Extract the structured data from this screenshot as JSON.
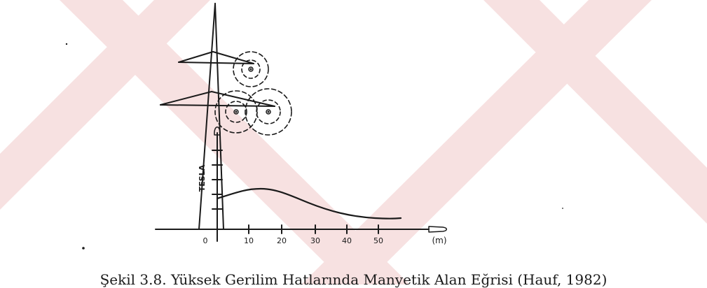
{
  "figure": {
    "y_axis_label": "TESLA",
    "x_unit_label": "(m)",
    "x_ticks": [
      "0",
      "10",
      "20",
      "30",
      "40",
      "50"
    ],
    "caption": "Şekil 3.8. Yüksek Gerilim Hatlarında Manyetik Alan Eğrisi (Hauf, 1982)",
    "colors": {
      "ink": "#1a1a1a",
      "watermark": "#f4d2d2"
    }
  }
}
